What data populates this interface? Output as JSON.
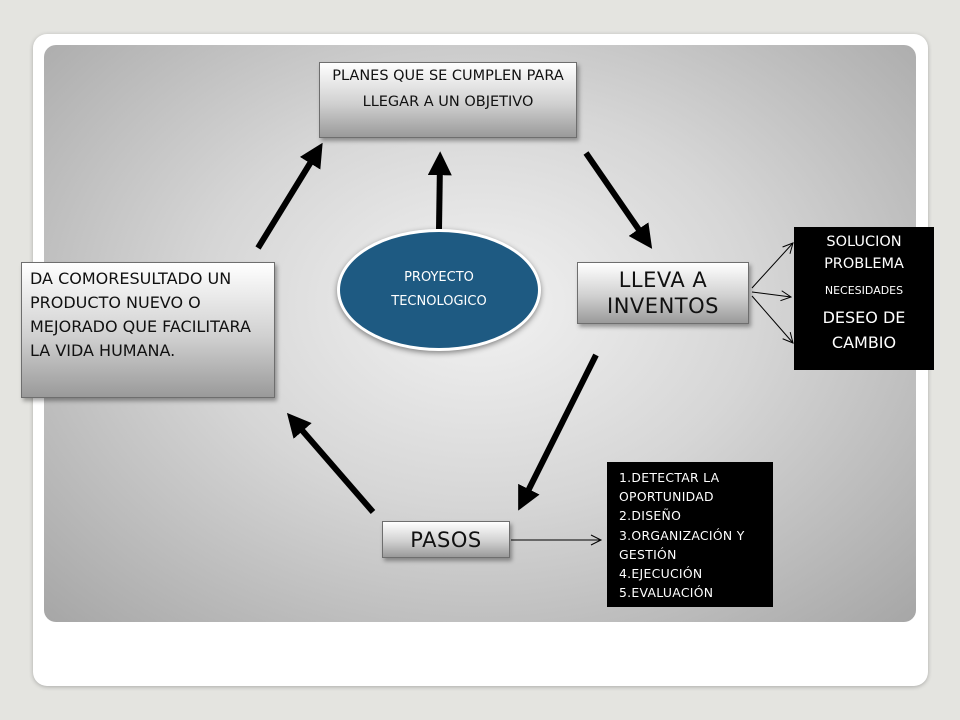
{
  "nodes": {
    "objetivo": "PLANES QUE SE CUMPLEN  PARA LLEGAR A UN OBJETIVO",
    "inventos": "LLEVA A INVENTOS",
    "resultado": "DA COMORESULTADO UN PRODUCTO NUEVO O MEJORADO QUE FACILITARA LA VIDA HUMANA.",
    "pasos": "PASOS",
    "centro": "PROYECTO TECNOLOGICO"
  },
  "causas": [
    "SOLUCION PROBLEMA",
    "NECESIDADES",
    "DESEO DE CAMBIO"
  ],
  "pasos_lista": [
    "1.DETECTAR LA OPORTUNIDAD",
    "2.DISEÑO",
    "3.ORGANIZACIÓN Y GESTIÓN",
    "4.EJECUCIÓN",
    "5.EVALUACIÓN"
  ],
  "colors": {
    "centro_fill": "#1e5a82",
    "arrow": "#000000",
    "dark_box": "#000000"
  }
}
